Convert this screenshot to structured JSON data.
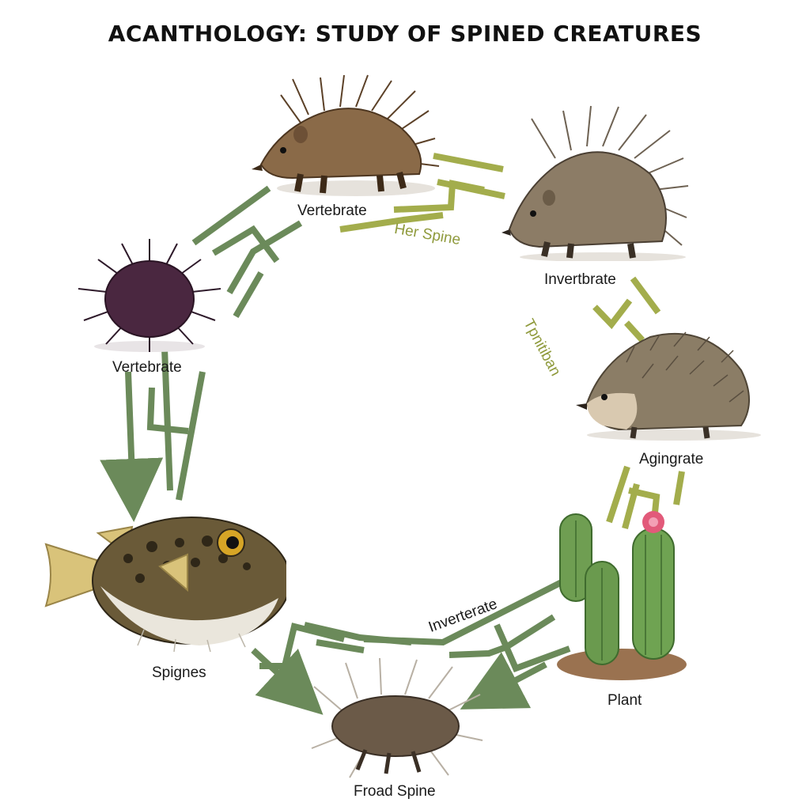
{
  "title": "ACANTHOLOGY: STUDY OF SPINED CREATURES",
  "nodes": {
    "echidna": {
      "label": "Vertebrate",
      "icon": "echidna-icon"
    },
    "porcupine": {
      "label": "Invertbrate",
      "icon": "porcupine-icon"
    },
    "hedgehog": {
      "label": "Agingrate",
      "icon": "hedgehog-icon"
    },
    "cactus": {
      "label": "Plant",
      "icon": "cactus-icon"
    },
    "spiny_creature": {
      "label": "Froad Spine",
      "icon": "spiny-creature-icon"
    },
    "pufferfish": {
      "label": "Spignes",
      "icon": "pufferfish-icon"
    },
    "sea_urchin": {
      "label": "Vertebrate",
      "icon": "sea-urchin-icon"
    }
  },
  "link_labels": {
    "top": "Her Spine",
    "right": "Tpnitiban",
    "bottom": "Inverterate"
  },
  "colors": {
    "olive_arrow": "#a3ad4c",
    "sage_arrow": "#6b8a5a",
    "urchin": "#3a1f33",
    "echidna": "#7a5a3a",
    "cactus": "#5d8f45"
  }
}
